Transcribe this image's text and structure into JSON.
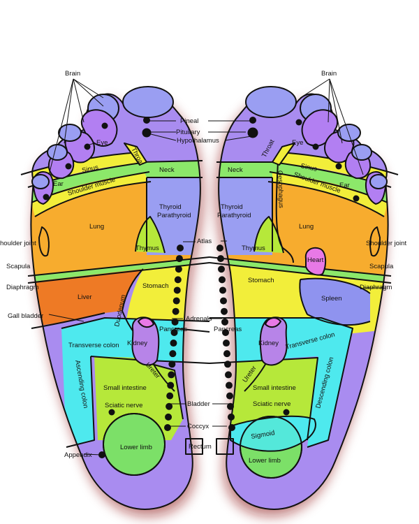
{
  "labels": {
    "brain_left": "Brain",
    "brain_right": "Brain",
    "eye_left": "Eye",
    "eye_right": "Eye",
    "ear_left": "Ear",
    "ear_right": "Ear",
    "pineal": "Pineal",
    "pituitary": "Pituitary",
    "hypothalamus": "Hypothalamus",
    "throat_left": "Throat",
    "throat_right": "Throat",
    "neck_left": "Neck",
    "neck_right": "Neck",
    "sinus_left": "Sinus",
    "sinus_right": "Sinus",
    "shoulder_muscle_left": "Shoulder muscle",
    "shoulder_muscle_right": "Shoulder muscle",
    "oesophagus": "Oesophagus",
    "thyroid_left": "Thyroid",
    "parathyroid_left": "Parathyroid",
    "thyroid_right": "Thyroid",
    "parathyroid_right": "Parathyroid",
    "lung_left": "Lung",
    "lung_right": "Lung",
    "shoulder_joint_left": "houlder joint",
    "shoulder_joint_right": "Shoulder joint",
    "scapula_left": "Scapula",
    "scapula_right": "Scapula",
    "thymus_left": "Thymus",
    "thymus_right": "Thymus",
    "atlas": "Atlas",
    "heart": "Heart",
    "diaphragm_left": "Diaphragm",
    "diaphragm_right": "Diaphragm",
    "liver": "Liver",
    "stomach_left": "Stomach",
    "stomach_right": "Stomach",
    "spleen": "Spleen",
    "gall_bladder": "Gall bladder",
    "duodenum": "Duodenum",
    "adrenals": "Adrenals",
    "pancreas_left": "Pancreas",
    "pancreas_right": "Pancreas",
    "transverse_colon_left": "Transverse colon",
    "transverse_colon_right": "Transverse colon",
    "kidney_left": "Kidney",
    "kidney_right": "Kidney",
    "ascending_colon": "Ascending colon",
    "descending_colon": "Descending colon",
    "ureter_left": "Ureter",
    "ureter_right": "Ureter",
    "small_intestine_left": "Small intestine",
    "small_intestine_right": "Small intestine",
    "sciatic_nerve_left": "Sciatic nerve",
    "sciatic_nerve_right": "Sciatic nerve",
    "bladder": "Bladder",
    "coccyx": "Coccyx",
    "sigmoid": "Sigmoid",
    "appendix": "Appendix",
    "lower_limb_left": "Lower limb",
    "lower_limb_right": "Lower limb",
    "rectum": "Rectum"
  },
  "colors": {
    "lavender": "#a98cf0",
    "blue_violet": "#9a9ef2",
    "purple_toe": "#b27ff2",
    "neck_green": "#8ce86a",
    "yellow": "#f2ee3a",
    "orange": "#f7ac2e",
    "liver": "#ee7a25",
    "cyan": "#4ee9ee",
    "lime": "#b6e83a",
    "lower_limb": "#7ce068",
    "kidney": "#b784e8",
    "heart": "#e879e6",
    "spleen": "#8f93ef",
    "shadow": "#8a1010"
  }
}
